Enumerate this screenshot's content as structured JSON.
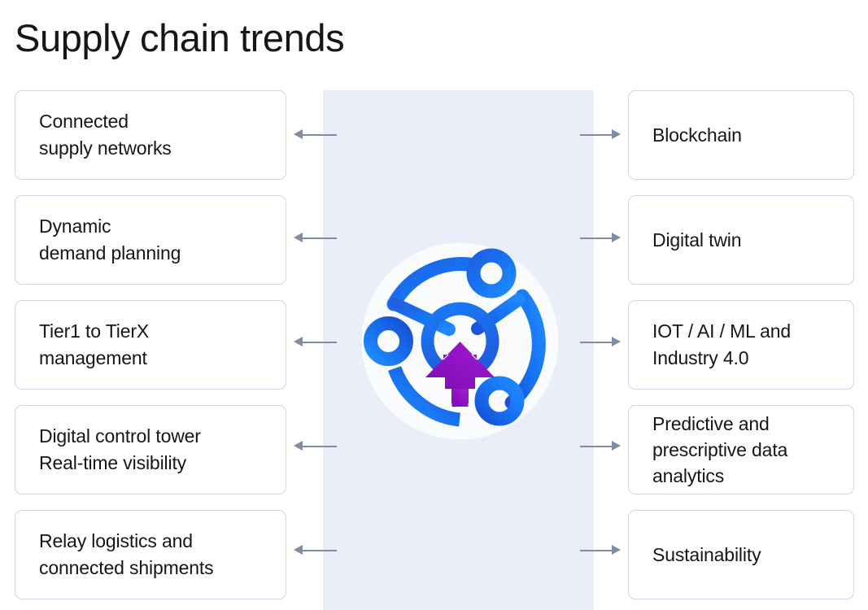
{
  "page": {
    "title": "Supply chain trends",
    "background_color": "#ffffff",
    "band_color": "#e9eef8",
    "box_border_color": "#ccd8e6",
    "arrow_color": "#7d8da3",
    "accent_blue": "#1565f0",
    "accent_purple": "#9313c4"
  },
  "left_column": {
    "items": [
      {
        "label": "Connected\nsupply networks"
      },
      {
        "label": "Dynamic\ndemand planning"
      },
      {
        "label": "Tier1 to TierX\nmanagement"
      },
      {
        "label": "Digital control tower\nReal-time visibility"
      },
      {
        "label": "Relay logistics and\nconnected shipments"
      }
    ]
  },
  "right_column": {
    "items": [
      {
        "label": "Blockchain"
      },
      {
        "label": "Digital twin"
      },
      {
        "label": "IOT / AI / ML and\nIndustry 4.0"
      },
      {
        "label": "Predictive and\nprescriptive data\nanalytics"
      },
      {
        "label": "Sustainability"
      }
    ]
  },
  "center": {
    "icon_name": "supply-chain-network-icon",
    "description": "Circular network graph with three nodes, connecting arcs and an upward arrow"
  }
}
